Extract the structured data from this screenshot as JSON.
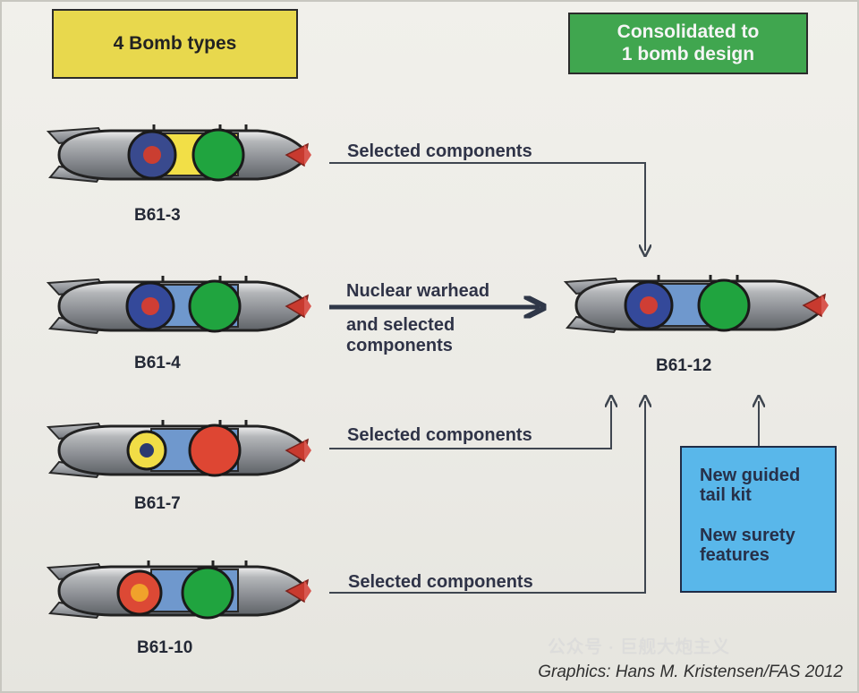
{
  "top_left_box": {
    "label": "4 Bomb types"
  },
  "top_right_box": {
    "label": "Consolidated to\n1 bomb design"
  },
  "bombs": [
    {
      "id": "B61-3",
      "label": "B61-3",
      "middle_color": "#f2df47",
      "left_outer": "#394a8e",
      "left_inner": "#ca3e31",
      "right_outer": "#20a43f"
    },
    {
      "id": "B61-4",
      "label": "B61-4",
      "middle_color": "#6f98cd",
      "left_outer": "#34499a",
      "left_inner": "#cf3e35",
      "right_outer": "#20a43f"
    },
    {
      "id": "B61-7",
      "label": "B61-7",
      "middle_color": "#6f98cd",
      "left_outer": "#f1dd46",
      "left_inner": "#2a3a70",
      "right_outer": "#de4633"
    },
    {
      "id": "B61-10",
      "label": "B61-10",
      "middle_color": "#6f98cd",
      "left_outer": "#dc4935",
      "left_inner": "#f0a22b",
      "right_outer": "#20a43f"
    }
  ],
  "result_bomb": {
    "label": "B61-12",
    "middle_color": "#6f98cd",
    "left_outer": "#34499a",
    "left_inner": "#cf3e35",
    "right_outer": "#20a43f"
  },
  "captions": {
    "row1": "Selected components",
    "row2_line1": "Nuclear warhead",
    "row2_line2": "and selected\ncomponents",
    "row3": "Selected components",
    "row4": "Selected components"
  },
  "info_box": {
    "line1": "New guided\ntail kit",
    "line2": "New surety\nfeatures"
  },
  "credits": "Graphics: Hans M. Kristensen/FAS 2012",
  "watermark": "公众号 · 巨舰大炮主义",
  "colors": {
    "body_fill": "#8b8d90",
    "body_highlight": "#e8e8e8",
    "body_shadow": "#5c5f63",
    "outline": "#202020",
    "nose_red": "#c83a2f",
    "fin_gray": "#8f9297",
    "arrow_dark": "#343b4a",
    "arrow_gray": "#707578",
    "box_yellow": "#e8d84d",
    "box_green": "#40a64f",
    "box_blue": "#59b7ea"
  }
}
